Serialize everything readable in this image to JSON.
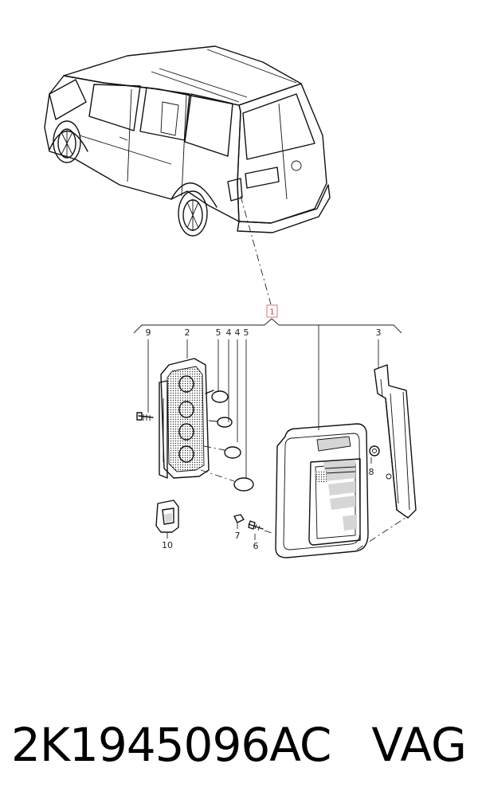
{
  "reference_label": "1",
  "callouts": {
    "c1": "2",
    "c2": "3",
    "c3": "4",
    "c4": "4",
    "c5": "5",
    "c6": "5",
    "c7": "6",
    "c8": "7",
    "c9": "8",
    "c10": "9",
    "c11": "10"
  },
  "footer": {
    "part_number": "2K1945096AC",
    "brand": "VAG"
  }
}
